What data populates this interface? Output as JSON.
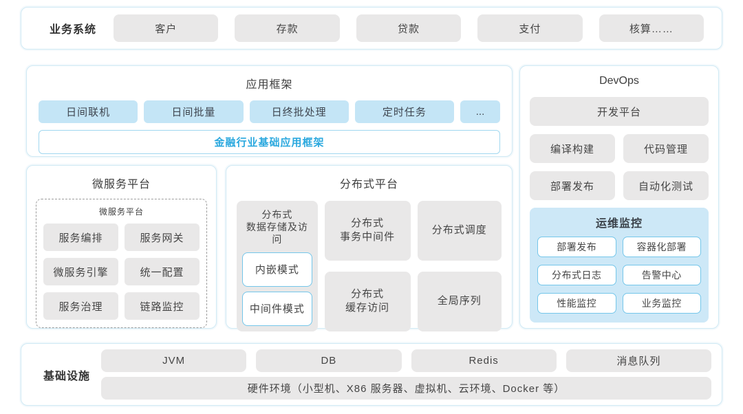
{
  "colors": {
    "accent_blue": "#2aa8de",
    "light_blue_fill": "#c4e5f6",
    "ops_panel_fill": "#cde8f7",
    "grey_fill": "#e9e8e8",
    "section_border": "#cfe9f4",
    "mode_border": "#74c6ea",
    "text_dark": "#3f3f3f"
  },
  "business_systems": {
    "label": "业务系统",
    "items": [
      "客户",
      "存款",
      "贷款",
      "支付",
      "核算……"
    ]
  },
  "app_framework": {
    "title": "应用框架",
    "items": [
      "日间联机",
      "日间批量",
      "日终批处理",
      "定时任务"
    ],
    "more": "...",
    "base_framework": "金融行业基础应用框架"
  },
  "microservice_platform": {
    "title": "微服务平台",
    "inner_title": "微服务平台",
    "items": [
      "服务编排",
      "服务网关",
      "微服务引擎",
      "统一配置",
      "服务治理",
      "链路监控"
    ]
  },
  "distributed_platform": {
    "title": "分布式平台",
    "storage_title": "分布式\n数据存储及访问",
    "storage_modes": [
      "内嵌模式",
      "中间件模式"
    ],
    "middle_items": [
      "分布式\n事务中间件",
      "分布式\n缓存访问"
    ],
    "right_items": [
      "分布式调度",
      "全局序列"
    ]
  },
  "devops": {
    "title": "DevOps",
    "dev_platform": "开发平台",
    "items": [
      "编译构建",
      "代码管理",
      "部署发布",
      "自动化测试"
    ],
    "ops_monitoring": {
      "title": "运维监控",
      "items": [
        "部署发布",
        "容器化部署",
        "分布式日志",
        "告警中心",
        "性能监控",
        "业务监控"
      ]
    }
  },
  "infrastructure": {
    "label": "基础设施",
    "items": [
      "JVM",
      "DB",
      "Redis",
      "消息队列"
    ],
    "hardware": "硬件环境（小型机、X86 服务器、虚拟机、云环境、Docker 等）"
  }
}
